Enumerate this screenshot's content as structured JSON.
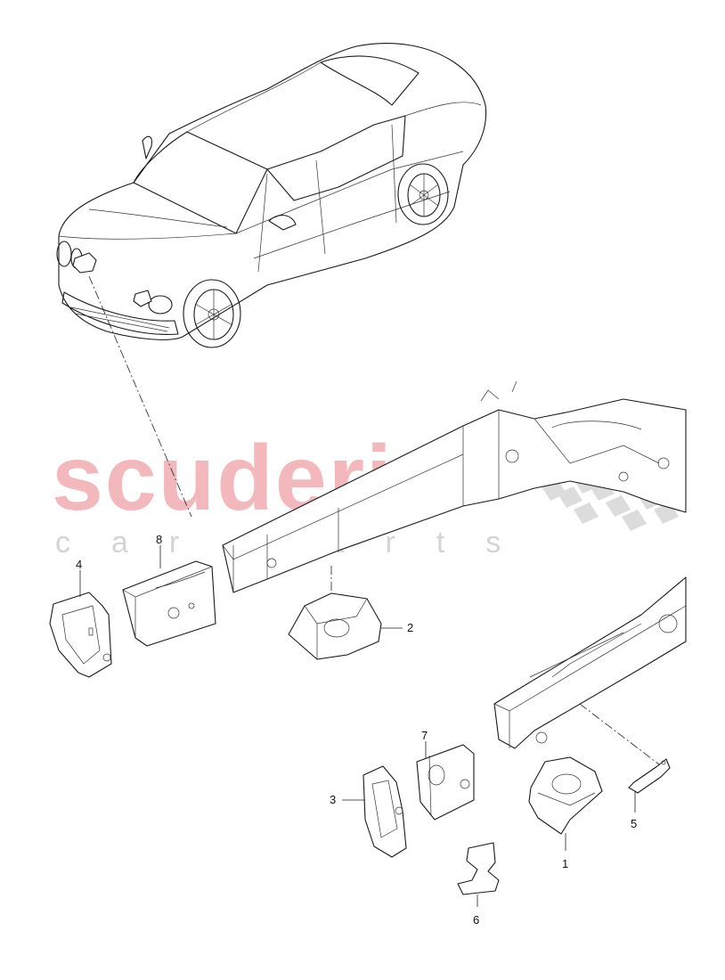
{
  "watermark": {
    "main": "scuderia",
    "sub": "car parts",
    "main_color": "#f2b8bb",
    "sub_color": "#d4d4d4"
  },
  "callouts": [
    "1",
    "2",
    "3",
    "4",
    "5",
    "6",
    "7",
    "8"
  ]
}
